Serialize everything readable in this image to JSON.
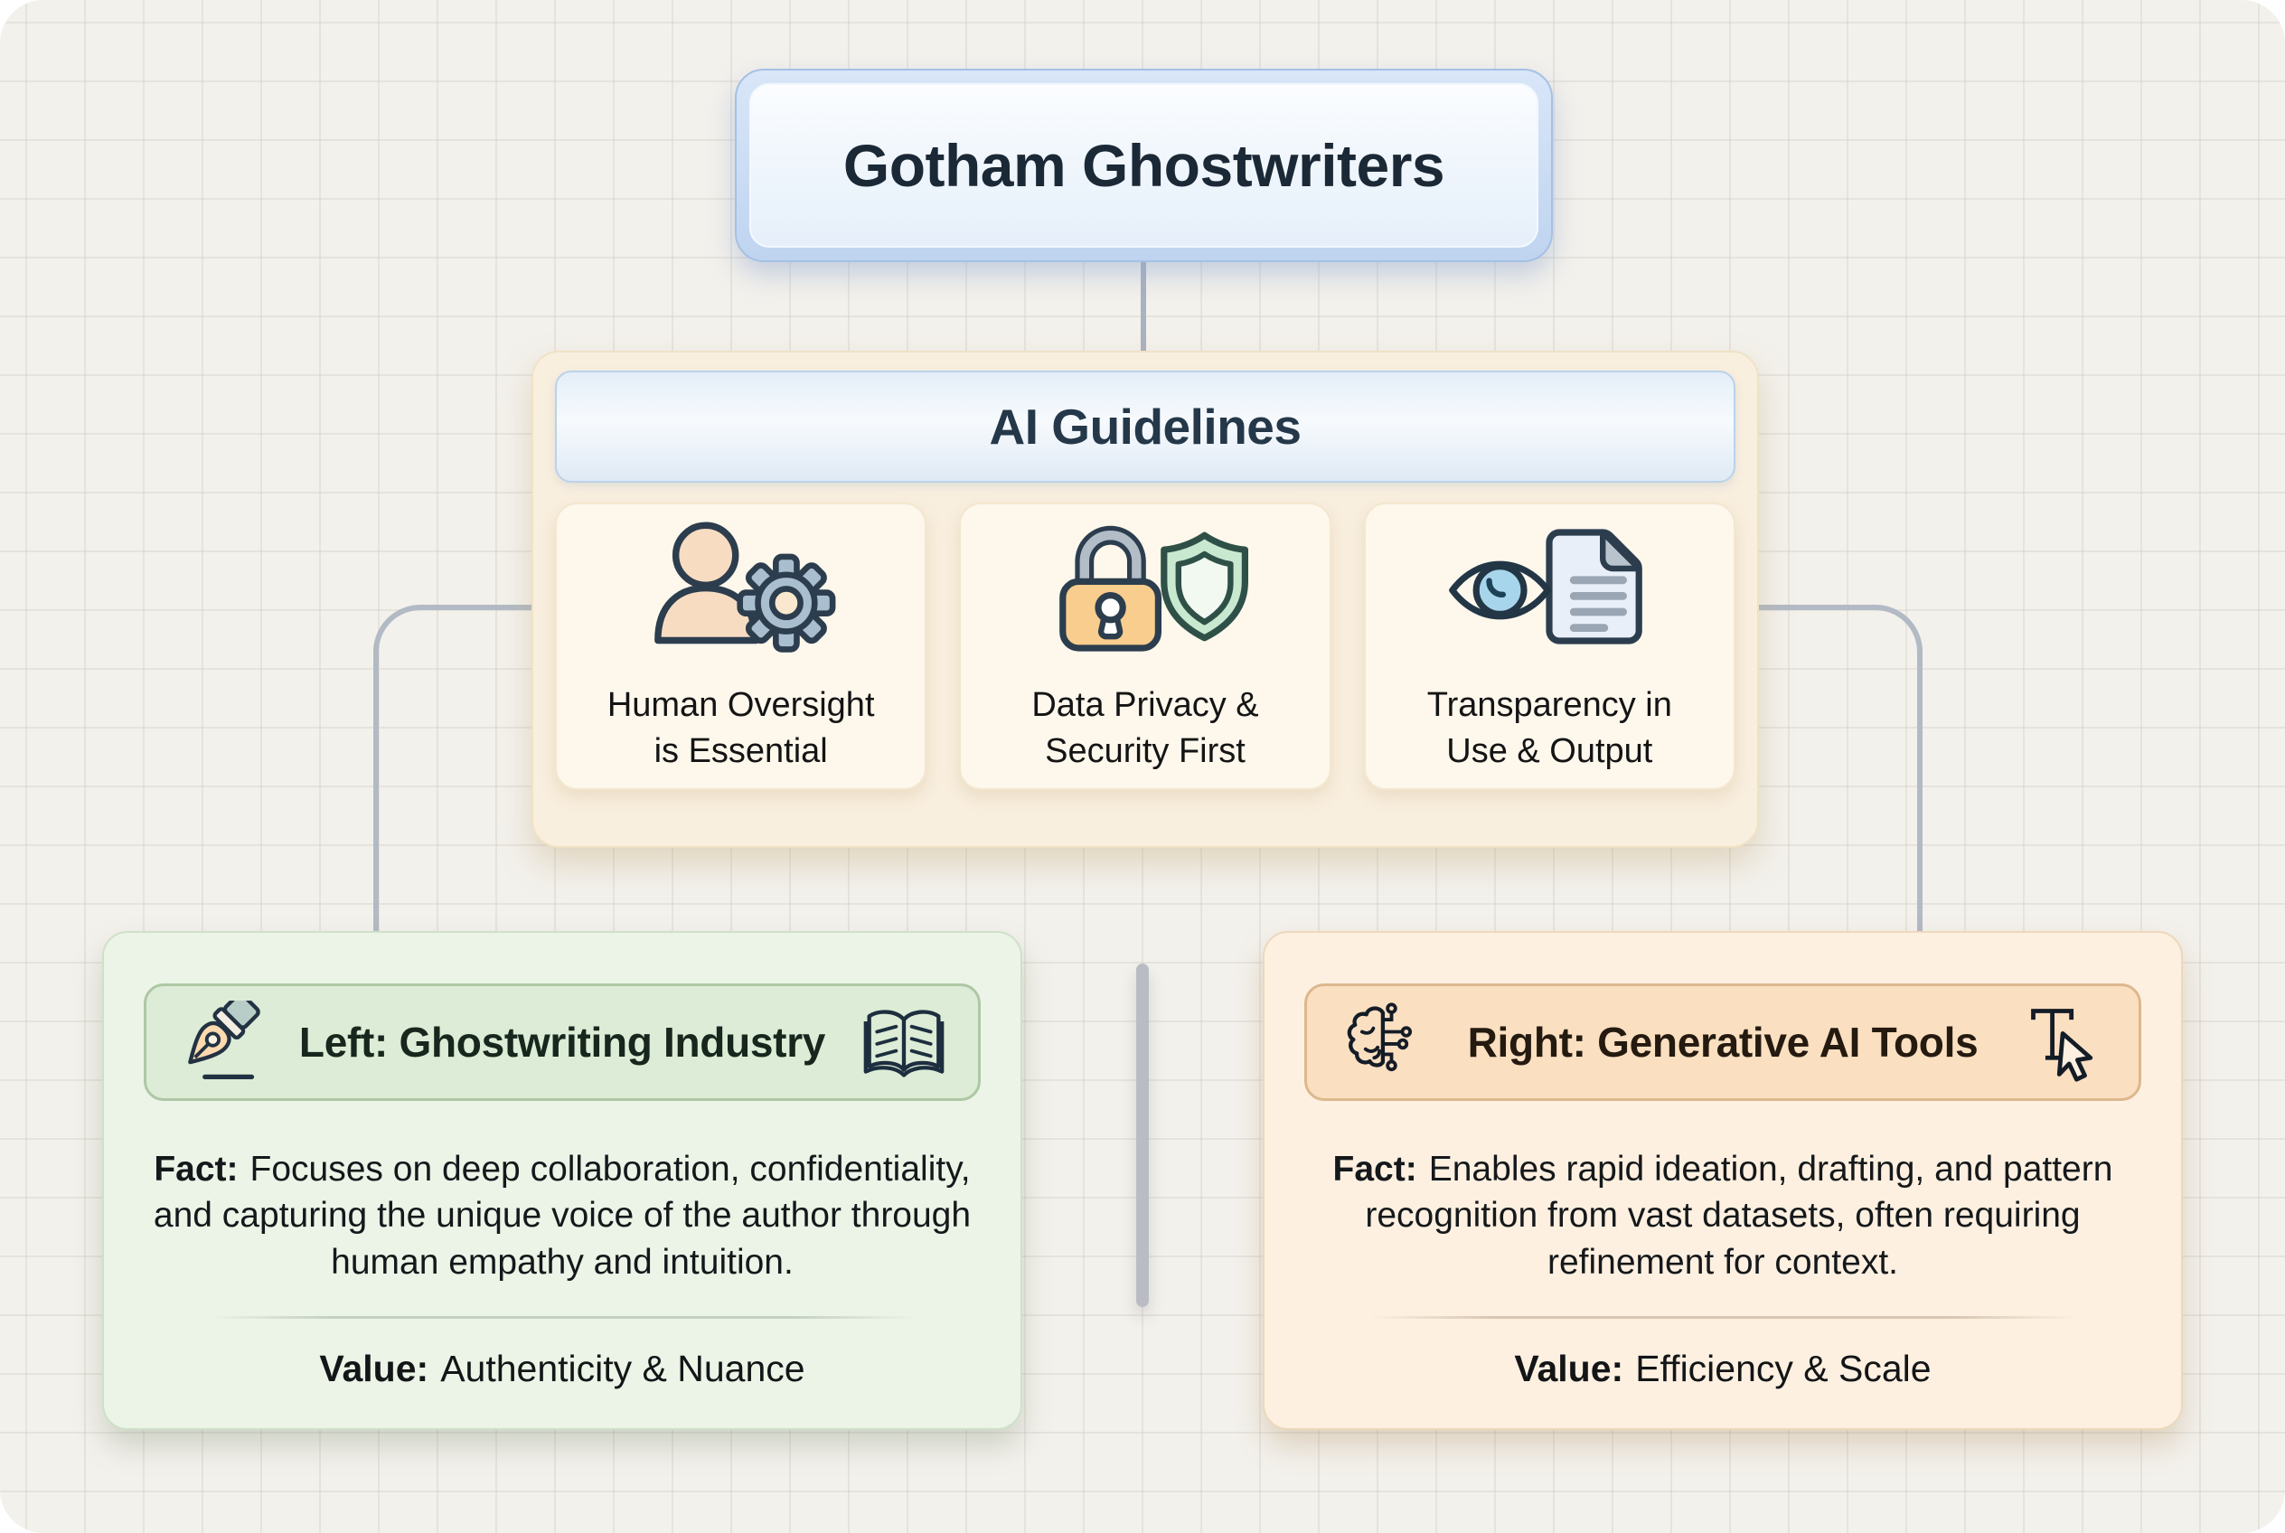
{
  "root": {
    "title": "Gotham Ghostwriters"
  },
  "guidelines": {
    "title": "AI Guidelines",
    "cards": [
      {
        "icon": "person-gear-icon",
        "line1": "Human Oversight",
        "line2": "is Essential"
      },
      {
        "icon": "lock-shield-icon",
        "line1": "Data Privacy &",
        "line2": "Security First"
      },
      {
        "icon": "eye-document-icon",
        "line1": "Transparency in",
        "line2": "Use & Output"
      }
    ]
  },
  "left_branch": {
    "icon_left": "pen-nib-icon",
    "icon_right": "open-book-icon",
    "title": "Left: Ghostwriting Industry",
    "fact_label": "Fact:",
    "fact_text": "Focuses on deep collaboration, confidentiality, and capturing the unique voice of the author through human empathy and intuition.",
    "value_label": "Value:",
    "value_text": "Authenticity & Nuance"
  },
  "right_branch": {
    "icon_left": "ai-brain-icon",
    "icon_right": "text-cursor-icon",
    "title": "Right: Generative AI Tools",
    "fact_label": "Fact:",
    "fact_text": "Enables rapid ideation, drafting, and pattern recognition from vast datasets, often requiring refinement for context.",
    "value_label": "Value:",
    "value_text": "Efficiency & Scale"
  },
  "colors": {
    "canvas_bg": "#f3f1ec",
    "grid_line": "#d9d5cc",
    "title_fill": "#eef5fc",
    "title_border": "#a6c0e4",
    "guidelines_container": "#f9efdf",
    "guidelines_header": "#eaf2fa",
    "card_fill": "#fdf7ec",
    "green_box": "#ebf4e7",
    "green_header": "#dcecd6",
    "green_border": "#aec7a5",
    "orange_box": "#fdf0e0",
    "orange_header": "#fadfc1",
    "orange_border": "#dcb88e",
    "connector": "#b2bac5",
    "icon_outline": "#2c3d4e",
    "text_dark": "#1b2836"
  }
}
